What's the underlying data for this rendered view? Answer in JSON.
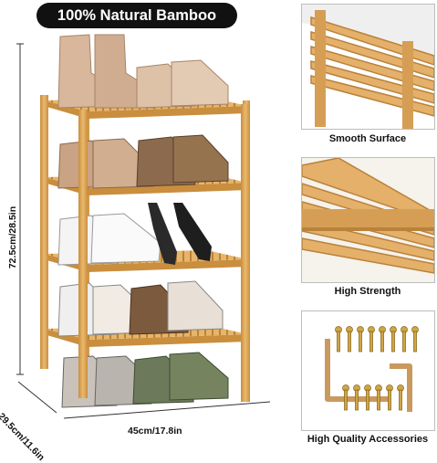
{
  "badge": {
    "label": "100% Natural Bamboo"
  },
  "dimensions": {
    "height": "72.5cm/28.5in",
    "depth": "29.5cm/11.6in",
    "width": "45cm/17.8in"
  },
  "features": [
    {
      "caption": "Smooth Surface"
    },
    {
      "caption": "High Strength"
    },
    {
      "caption": "High Quality Accessories"
    }
  ],
  "colors": {
    "bamboo": "#E2AE62",
    "bamboo_dark": "#C98E3E",
    "badge_bg": "#111111"
  }
}
